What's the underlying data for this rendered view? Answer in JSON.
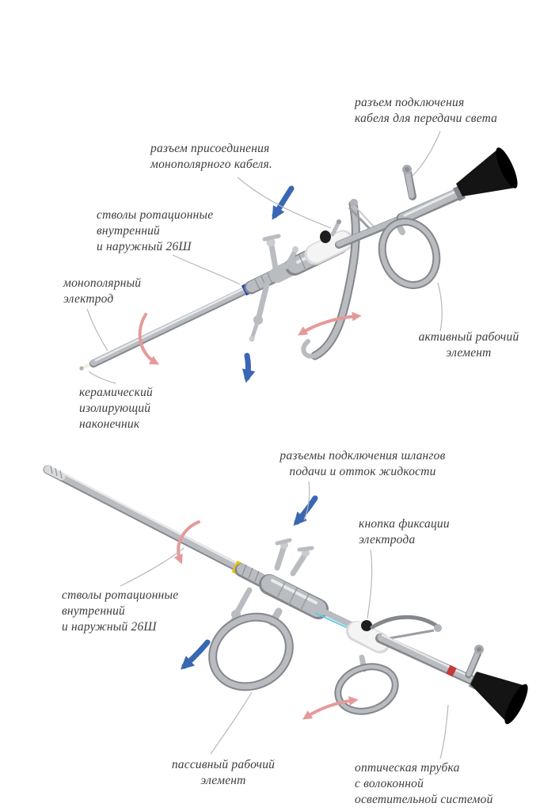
{
  "labels": {
    "light_cable": {
      "text": "разъем подключения\nкабеля для передачи света"
    },
    "monopolar_cable": {
      "text": "разъем присоединения\nмонополярного кабеля."
    },
    "barrels_top": {
      "text": "стволы ротационные\nвнутренний\nи наружный 26Ш"
    },
    "monopolar_electrode": {
      "text": "монополярный\nэлектрод"
    },
    "active_element": {
      "text": "активный рабочий\nэлемент"
    },
    "ceramic_tip": {
      "text": "керамический\nизолирующий\nнаконечник"
    },
    "hose_connectors": {
      "text": "разъемы подключения шлангов\nподачи и отток жидкости"
    },
    "electrode_lock_button": {
      "text": "кнопка фиксации\nэлектрода"
    },
    "barrels_bottom": {
      "text": "стволы ротационные\nвнутренний\nи наружный 26Ш"
    },
    "passive_element": {
      "text": "пассивный рабочий\nэлемент"
    },
    "optical_tube": {
      "text": "оптическая трубка\nс волоконной\nосветительной системой"
    }
  },
  "colors": {
    "arrow_blue": "#3a67b3",
    "arrow_pink": "#e59a9a",
    "ring_blue": "#2742b8",
    "ring_yellow": "#edc214",
    "band_red": "#c43a3a",
    "label_text": "#3d3d3d"
  }
}
